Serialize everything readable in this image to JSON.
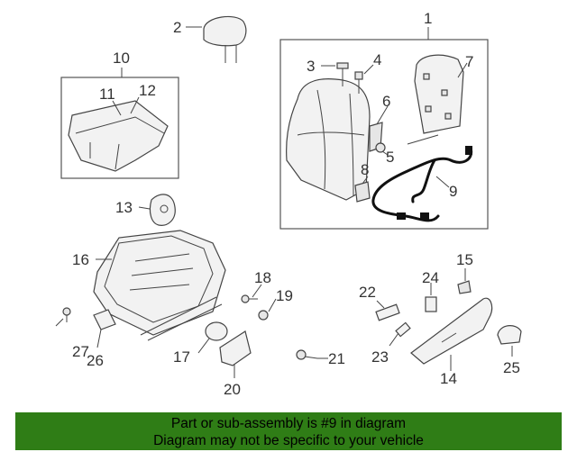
{
  "callouts": {
    "c1": "1",
    "c2": "2",
    "c3": "3",
    "c4": "4",
    "c5": "5",
    "c6": "6",
    "c7": "7",
    "c8": "8",
    "c9": "9",
    "c10": "10",
    "c11": "11",
    "c12": "12",
    "c13": "13",
    "c14": "14",
    "c15": "15",
    "c16": "16",
    "c17": "17",
    "c18": "18",
    "c19": "19",
    "c20": "20",
    "c21": "21",
    "c22": "22",
    "c23": "23",
    "c24": "24",
    "c25": "25",
    "c26": "26",
    "c27": "27"
  },
  "banner": {
    "line1": "Part or sub-assembly is #9 in diagram",
    "line2": "Diagram may not be specific to your vehicle",
    "color": "#2f7d16"
  }
}
